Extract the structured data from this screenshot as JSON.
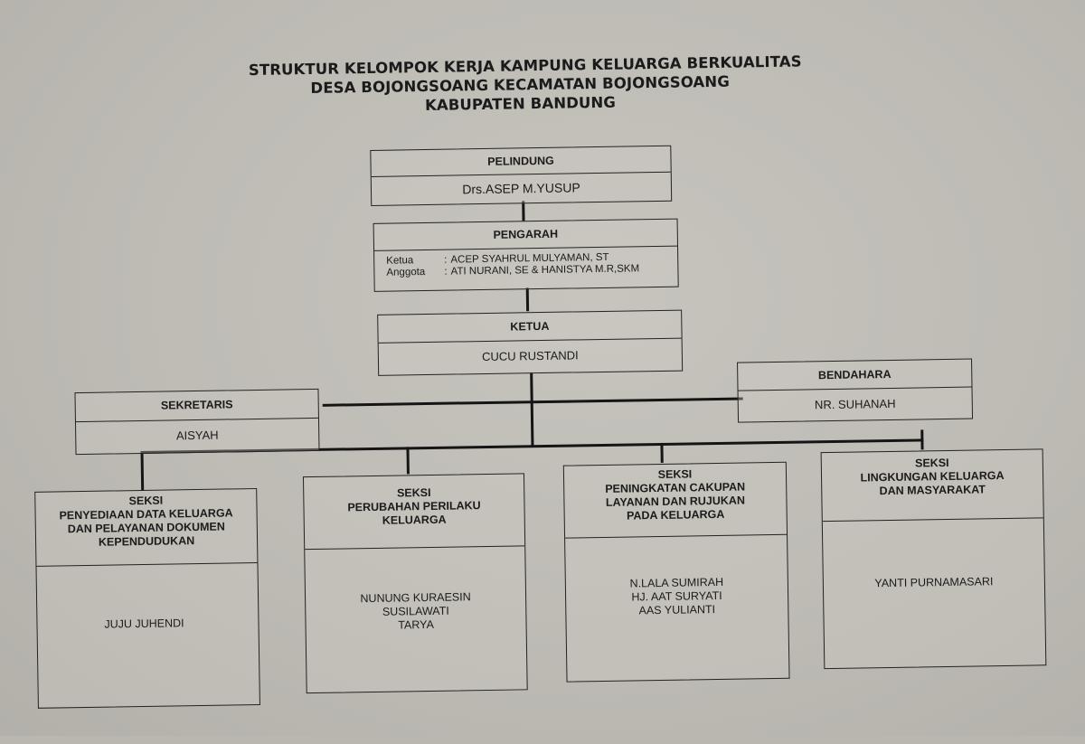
{
  "document": {
    "title_lines": [
      "STRUKTUR KELOMPOK KERJA KAMPUNG KELUARGA BERKUALITAS",
      "DESA BOJONGSOANG KECAMATAN BOJONGSOANG",
      "KABUPATEN BANDUNG"
    ]
  },
  "org": {
    "pelindung": {
      "role": "PELINDUNG",
      "name": "Drs.ASEP M.YUSUP"
    },
    "pengarah": {
      "role": "PENGARAH",
      "members": [
        {
          "label": "Ketua",
          "sep": ":",
          "name": "ACEP SYAHRUL MULYAMAN, ST"
        },
        {
          "label": "Anggota",
          "sep": ":",
          "name": "ATI NURANI, SE & HANISTYA M.R,SKM"
        }
      ]
    },
    "ketua": {
      "role": "KETUA",
      "name": "CUCU RUSTANDI"
    },
    "sekretaris": {
      "role": "SEKRETARIS",
      "name": "AISYAH"
    },
    "bendahara": {
      "role": "BENDAHARA",
      "name": "NR. SUHANAH"
    },
    "seksi": [
      {
        "title_lines": [
          "SEKSI",
          "PENYEDIAAN DATA KELUARGA",
          "DAN PELAYANAN DOKUMEN",
          "KEPENDUDUKAN"
        ],
        "members": [
          "JUJU JUHENDI"
        ]
      },
      {
        "title_lines": [
          "SEKSI",
          "PERUBAHAN PERILAKU",
          "KELUARGA"
        ],
        "members": [
          "NUNUNG KURAESIN",
          "SUSILAWATI",
          "TARYA"
        ]
      },
      {
        "title_lines": [
          "SEKSI",
          "PENINGKATAN CAKUPAN",
          "LAYANAN DAN RUJUKAN",
          "PADA KELUARGA"
        ],
        "members": [
          "N.LALA SUMIRAH",
          "HJ. AAT SURYATI",
          "AAS YULIANTI"
        ]
      },
      {
        "title_lines": [
          "SEKSI",
          "LINGKUNGAN KELUARGA",
          "DAN MASYARAKAT"
        ],
        "members": [
          "YANTI PURNAMASARI"
        ]
      }
    ]
  }
}
